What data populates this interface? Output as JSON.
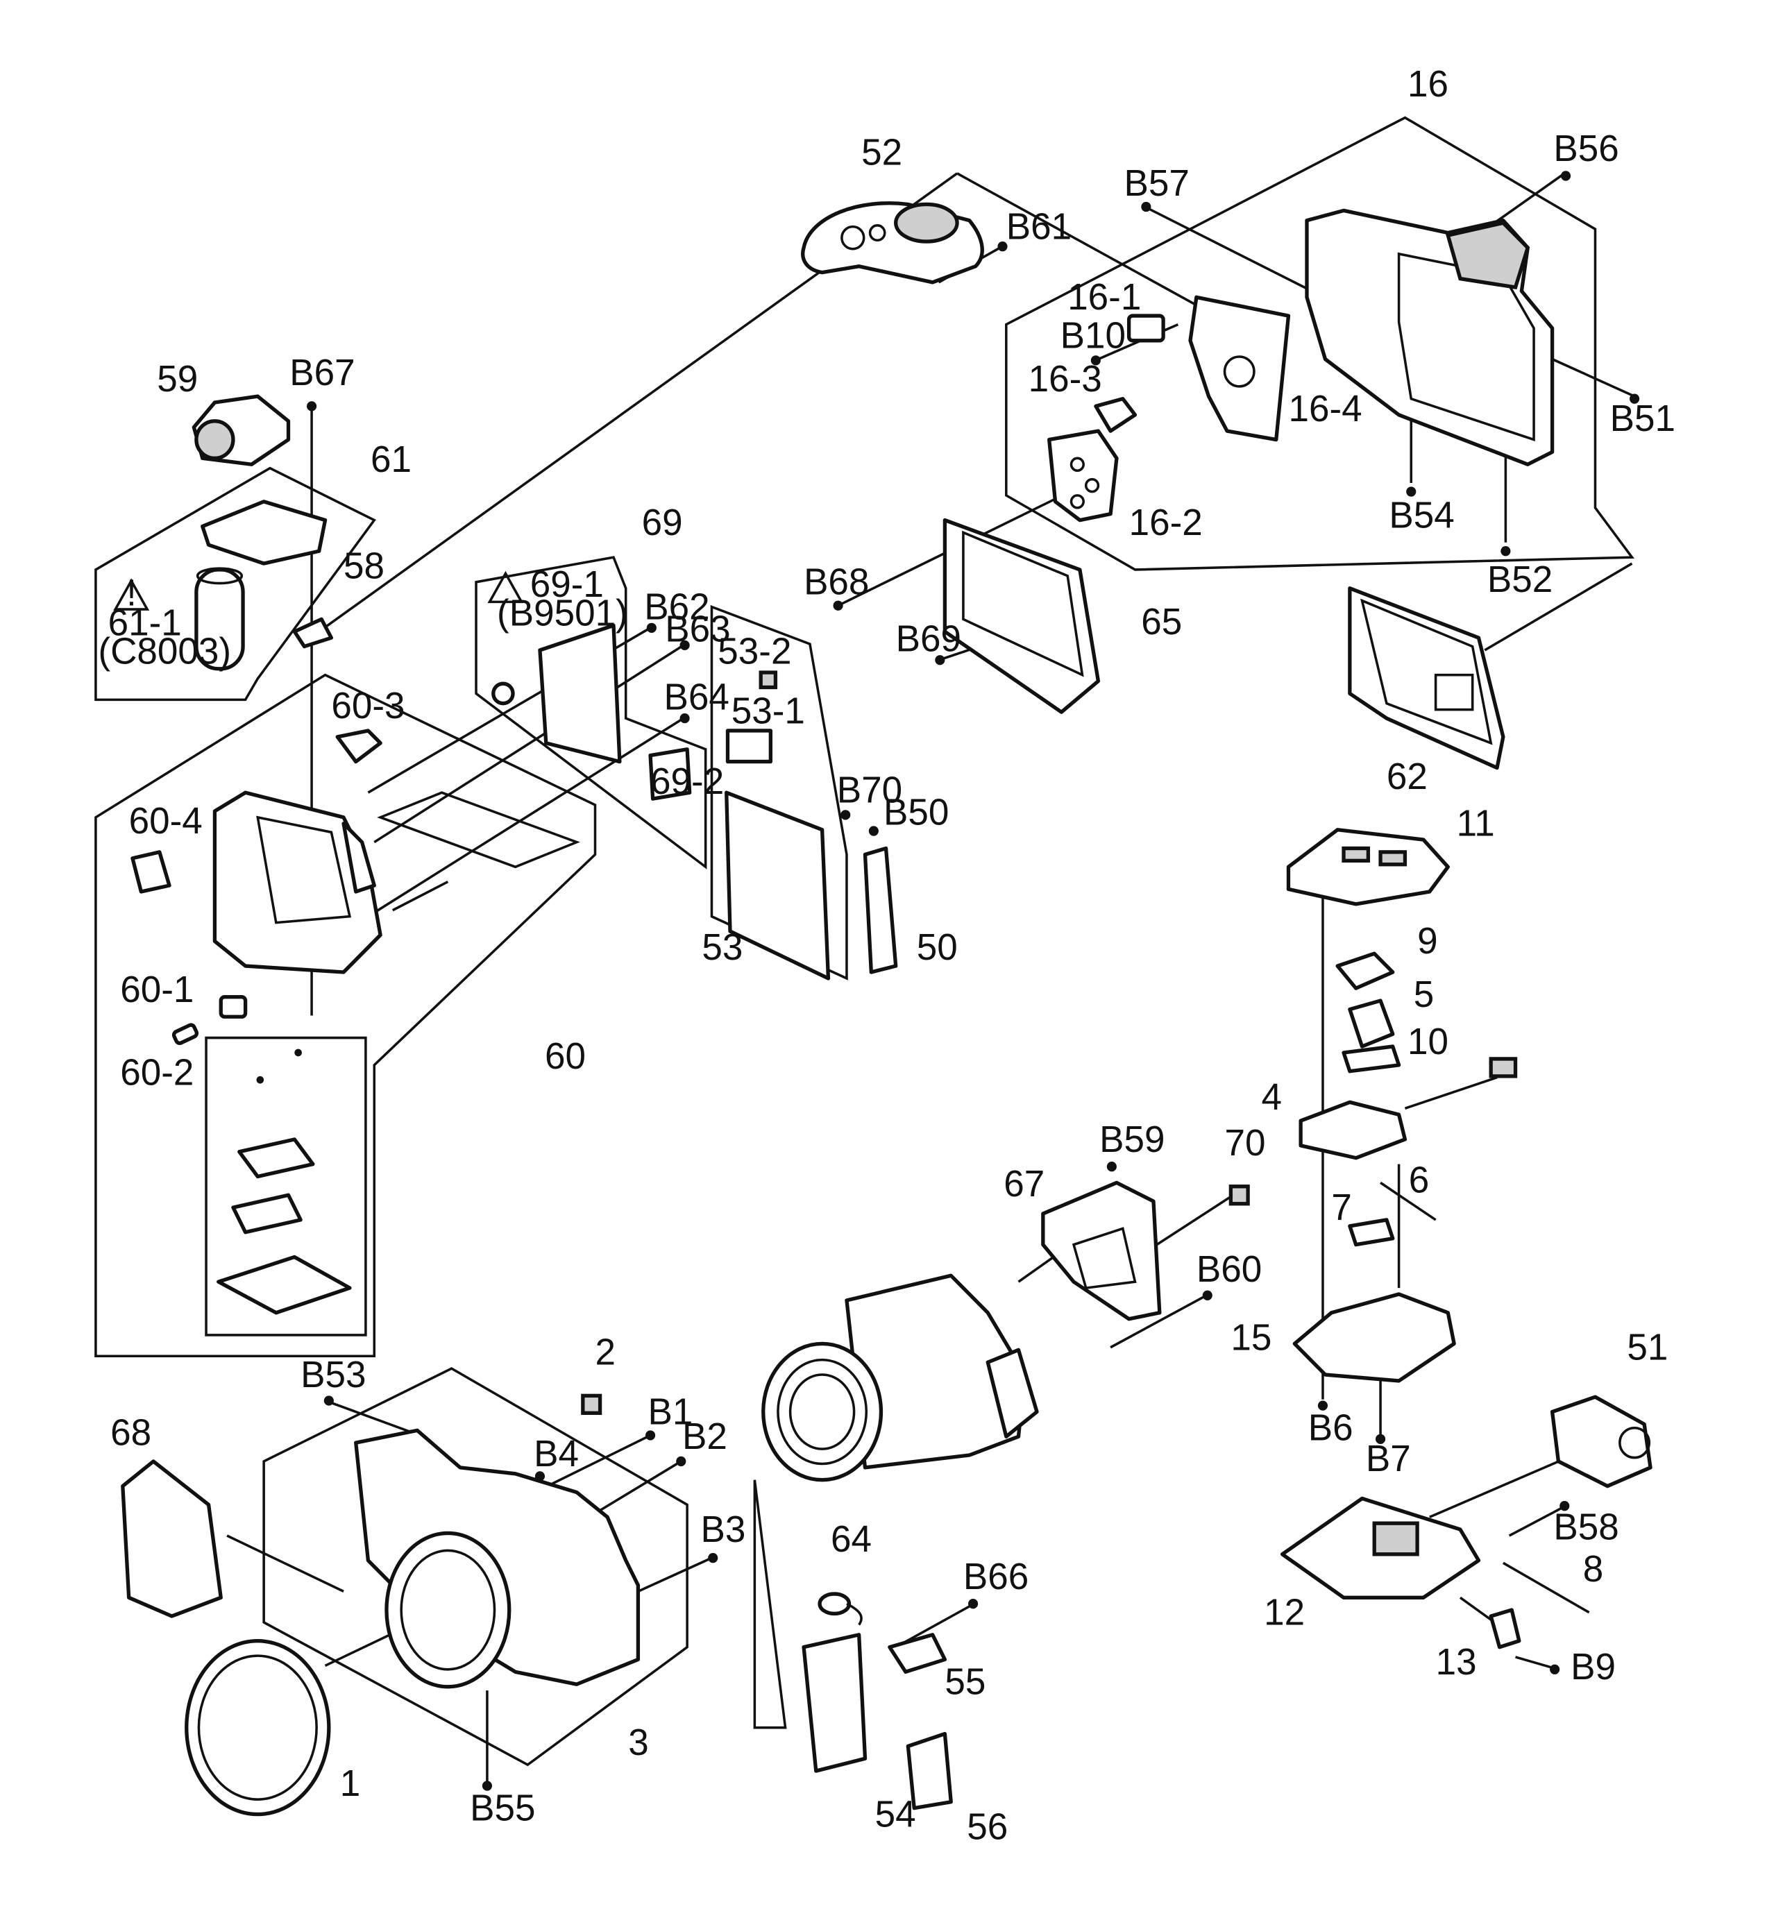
{
  "labels": {
    "l1": "1",
    "l2": "2",
    "l3": "3",
    "l4": "4",
    "l5": "5",
    "l6": "6",
    "l7": "7",
    "l8": "8",
    "l9": "9",
    "l10": "10",
    "l11": "11",
    "l12": "12",
    "l13": "13",
    "l15": "15",
    "l16": "16",
    "l16_1": "16-1",
    "l16_2": "16-2",
    "l16_3": "16-3",
    "l16_4": "16-4",
    "l50": "50",
    "l51": "51",
    "l52": "52",
    "l53": "53",
    "l53_1": "53-1",
    "l53_2": "53-2",
    "l54": "54",
    "l55": "55",
    "l56": "56",
    "l58": "58",
    "l59": "59",
    "l60": "60",
    "l60_1": "60-1",
    "l60_2": "60-2",
    "l60_3": "60-3",
    "l60_4": "60-4",
    "l61": "61",
    "l61_1": "61-1",
    "l61_1_ref": "(C8003)",
    "l62": "62",
    "l64": "64",
    "l65": "65",
    "l67": "67",
    "l68": "68",
    "l69": "69",
    "l69_1": "69-1",
    "l69_1_ref": "(B9501)",
    "l69_2": "69-2",
    "l70": "70",
    "lB1": "B1",
    "lB2": "B2",
    "lB3": "B3",
    "lB4": "B4",
    "lB6": "B6",
    "lB7": "B7",
    "lB9": "B9",
    "lB10": "B10",
    "lB50": "B50",
    "lB51": "B51",
    "lB52": "B52",
    "lB53": "B53",
    "lB54": "B54",
    "lB55": "B55",
    "lB56": "B56",
    "lB57": "B57",
    "lB58": "B58",
    "lB59": "B59",
    "lB60": "B60",
    "lB61": "B61",
    "lB62": "B62",
    "lB63": "B63",
    "lB64": "B64",
    "lB66": "B66",
    "lB67": "B67",
    "lB68": "B68",
    "lB69": "B69",
    "lB70": "B70"
  }
}
